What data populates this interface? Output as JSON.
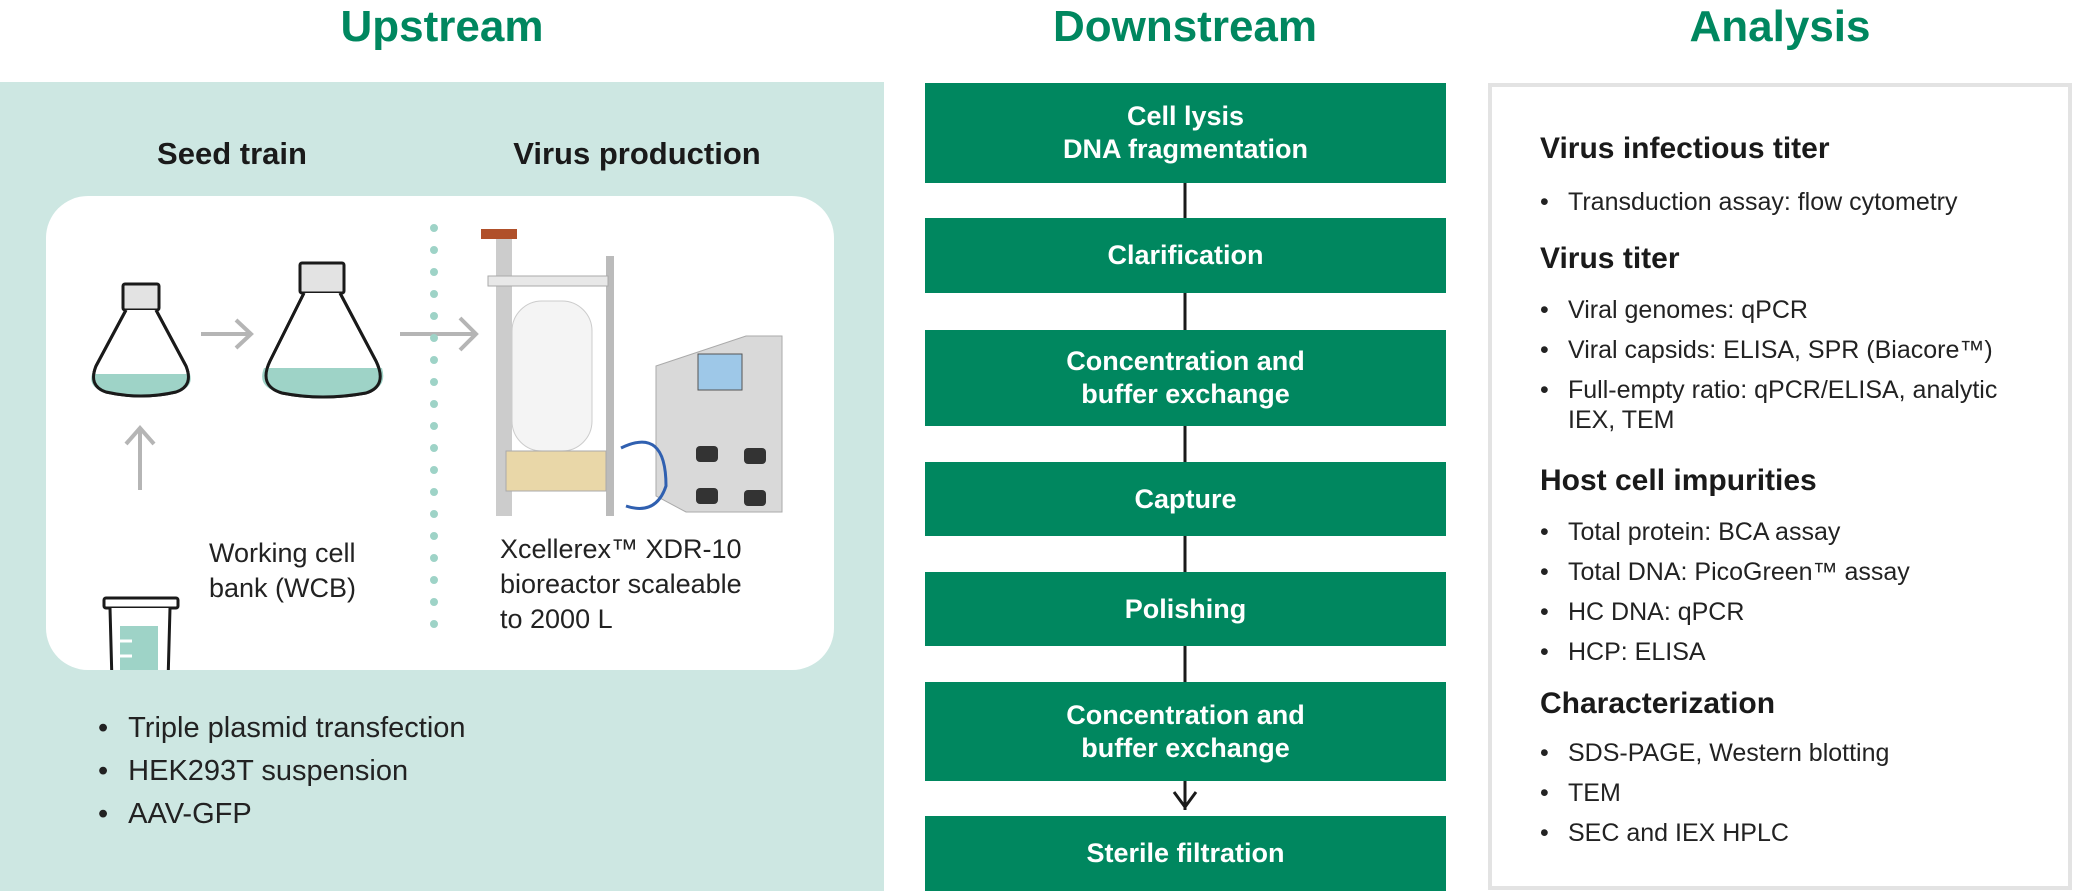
{
  "titles": {
    "upstream": "Upstream",
    "downstream": "Downstream",
    "analysis": "Analysis"
  },
  "upstream": {
    "seed_train": "Seed train",
    "virus_production": "Virus production",
    "wcb_line1": "Working cell",
    "wcb_line2": "bank (WCB)",
    "reactor_line1": "Xcellerex™ XDR-10",
    "reactor_line2": "bioreactor scaleable",
    "reactor_line3": "to 2000 L",
    "bullets": [
      "Triple plasmid transfection",
      "HEK293T suspension",
      "AAV-GFP"
    ]
  },
  "downstream": {
    "steps": [
      {
        "l1": "Cell lysis",
        "l2": "DNA fragmentation"
      },
      {
        "l1": "Clarification",
        "l2": ""
      },
      {
        "l1": "Concentration and",
        "l2": "buffer exchange"
      },
      {
        "l1": "Capture",
        "l2": ""
      },
      {
        "l1": "Polishing",
        "l2": ""
      },
      {
        "l1": "Concentration and",
        "l2": "buffer exchange"
      },
      {
        "l1": "Sterile filtration",
        "l2": ""
      }
    ]
  },
  "analysis": {
    "sections": [
      {
        "title": "Virus infectious titer",
        "items": [
          "Transduction assay: flow cytometry"
        ]
      },
      {
        "title": "Virus titer",
        "items": [
          "Viral genomes: qPCR",
          "Viral capsids: ELISA, SPR (Biacore™)",
          "Full-empty ratio: qPCR/ELISA, analytic IEX, TEM"
        ]
      },
      {
        "title": "Host cell impurities",
        "items": [
          "Total protein: BCA assay",
          "Total DNA: PicoGreen™ assay",
          "HC DNA: qPCR",
          "HCP: ELISA"
        ]
      },
      {
        "title": "Characterization",
        "items": [
          "SDS-PAGE, Western blotting",
          "TEM",
          "SEC and IEX HPLC"
        ]
      }
    ]
  },
  "colors": {
    "green": "#00875f",
    "teal_bg": "#cde7e2",
    "liquid": "#9ed3c7"
  }
}
